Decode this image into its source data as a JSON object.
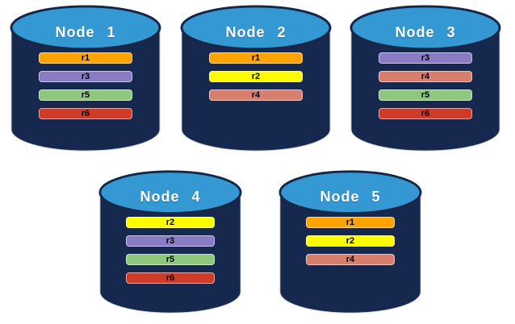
{
  "diagram": {
    "background": "#ffffff",
    "cylinder": {
      "body_color": "#17284E",
      "top_color": "#3498D3",
      "top_border": "#152747",
      "outline_color": "#C9CDD4",
      "title_color": "#ffffff"
    },
    "replica_colors": {
      "r1": "#FFA300",
      "r2": "#FDFD00",
      "r3": "#8A7BC5",
      "r4": "#D87E6E",
      "r5": "#8EC87F",
      "r6": "#CE3B28"
    },
    "nodes": [
      {
        "title": "Node 1",
        "replicas": [
          "r1",
          "r3",
          "r5",
          "r6"
        ]
      },
      {
        "title": "Node 2",
        "replicas": [
          "r1",
          "r2",
          "r4"
        ]
      },
      {
        "title": "Node 3",
        "replicas": [
          "r3",
          "r4",
          "r5",
          "r6"
        ]
      },
      {
        "title": "Node 4",
        "replicas": [
          "r2",
          "r3",
          "r5",
          "r6"
        ]
      },
      {
        "title": "Node 5",
        "replicas": [
          "r1",
          "r2",
          "r4"
        ]
      }
    ]
  }
}
